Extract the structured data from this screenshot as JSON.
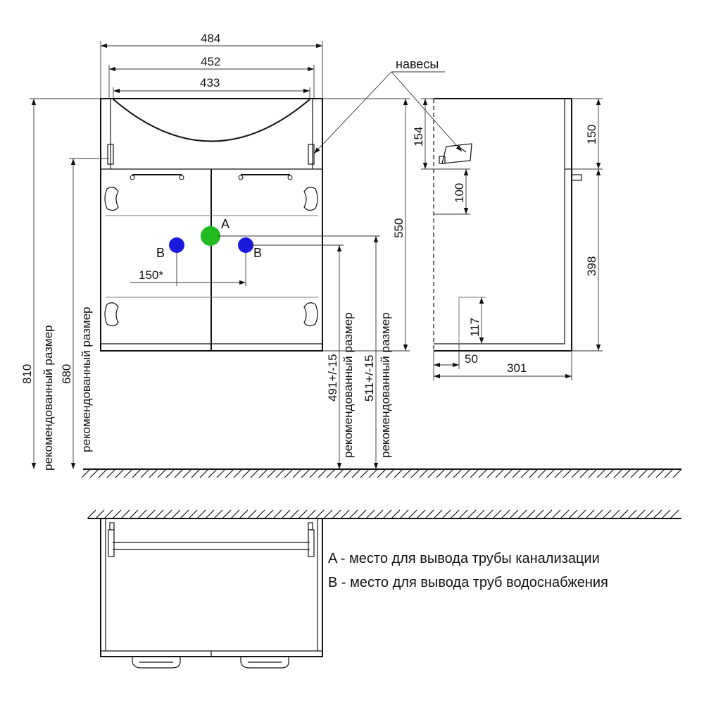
{
  "dimensions": {
    "width_outer": "484",
    "width_middle": "452",
    "width_inner": "433",
    "height_total": "810",
    "height_mount": "680",
    "height_body": "550",
    "pipe_spacing": "150*",
    "height_drain": "491+/-15",
    "height_supply": "511+/-15",
    "hinge_top": "154",
    "hinge_height": "100",
    "side_top": "150",
    "side_body": "398",
    "side_small": "117",
    "side_offset": "50",
    "side_depth": "301"
  },
  "labels": {
    "recommended": "рекомендованный размер",
    "hinges": "навесы",
    "point_a": "A",
    "point_b": "B"
  },
  "legend": {
    "a": "A - место для вывода трубы канализации",
    "b": "B - место для вывода труб водоснабжения"
  },
  "colors": {
    "drain_point": "#22bb22",
    "supply_point": "#1a1adc"
  }
}
